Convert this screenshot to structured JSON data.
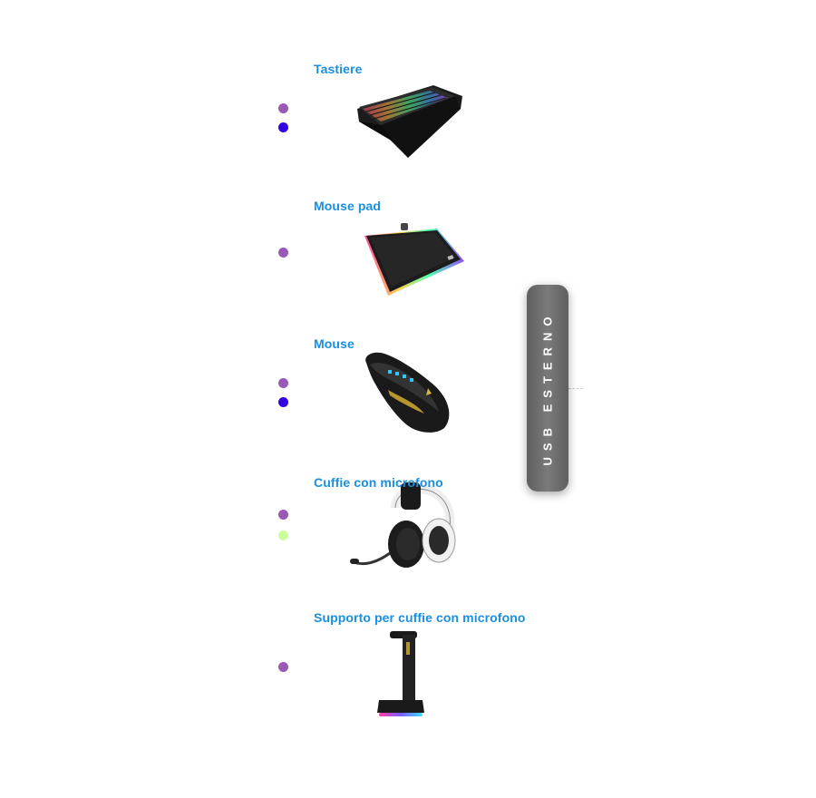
{
  "categories": [
    {
      "id": "keyboards",
      "title": "Tastiere",
      "dots": [
        "#9b59b6",
        "#3300e0"
      ],
      "icon": "keyboard-icon"
    },
    {
      "id": "mousepads",
      "title": "Mouse pad",
      "dots": [
        "#9b59b6"
      ],
      "icon": "mousepad-icon"
    },
    {
      "id": "mice",
      "title": "Mouse",
      "dots": [
        "#9b59b6",
        "#3300e0"
      ],
      "icon": "mouse-icon"
    },
    {
      "id": "headsets",
      "title": "Cuffie con microfono",
      "dots": [
        "#9b59b6",
        "#ccff99"
      ],
      "icon": "headset-icon"
    },
    {
      "id": "headset-stands",
      "title": "Supporto per cuffie con microfono",
      "dots": [
        "#9b59b6"
      ],
      "icon": "headset-stand-icon"
    }
  ],
  "connection_label": {
    "text": "USB ESTERNO"
  },
  "colors": {
    "title_blue": "#1a8fe0",
    "dot_purple": "#9b59b6",
    "dot_blue": "#3300e0",
    "dot_green": "#ccff99",
    "pill_gray": "#6b6b6b"
  }
}
